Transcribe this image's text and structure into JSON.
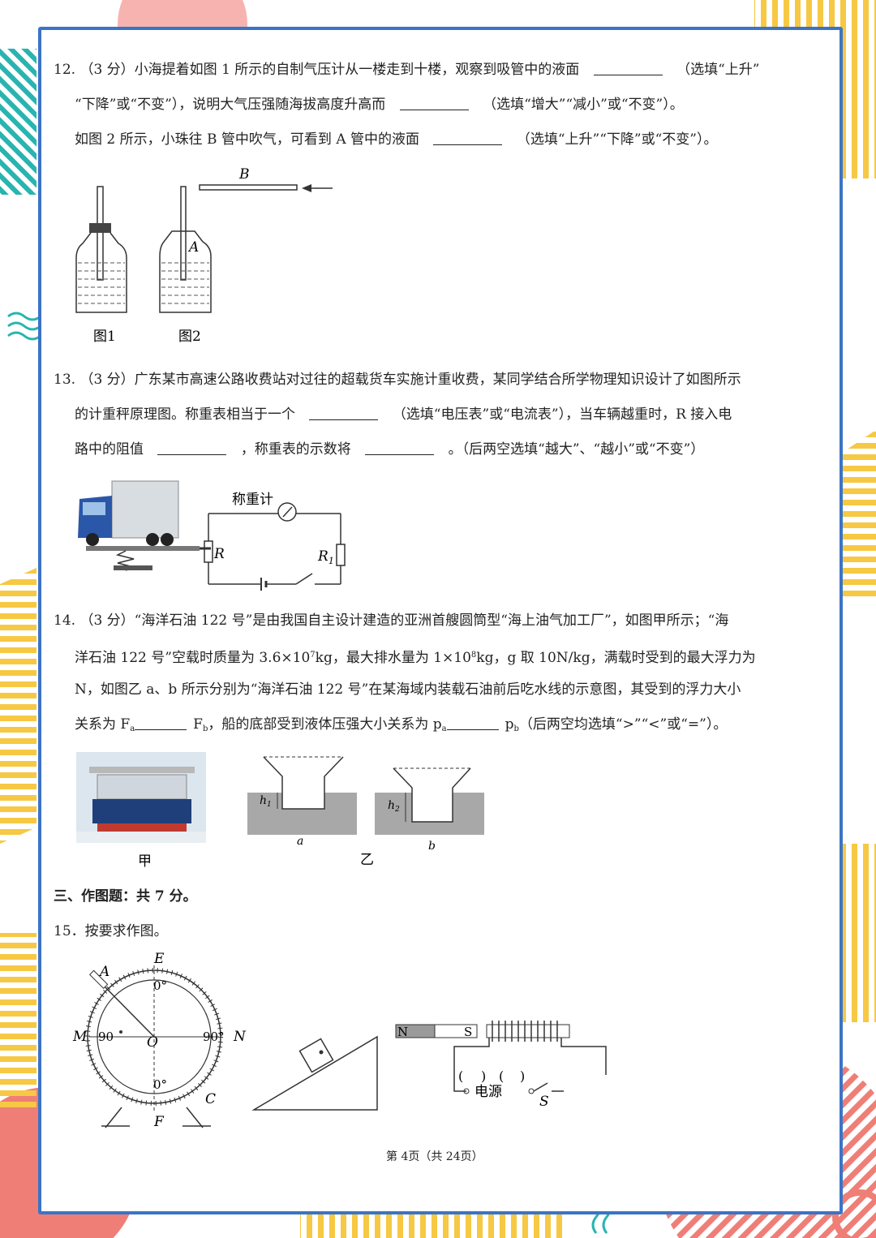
{
  "q12": {
    "line1": "12. （3 分）小海提着如图 1 所示的自制气压计从一楼走到十楼，观察到吸管中的液面",
    "line1_tail": "（选填“上升”",
    "line2": "“下降”或“不变”），说明大气压强随海拔高度升高而",
    "line2_tail": "（选填“增大”“减小”或“不变”）。",
    "line3": "如图 2 所示，小珠往 B 管中吹气，可看到 A 管中的液面",
    "line3_tail": "（选填“上升”“下降”或“不变”）。",
    "fig_label_b": "B",
    "fig_label_a": "A",
    "fig1_caption": "图1",
    "fig2_caption": "图2"
  },
  "q13": {
    "line1": "13. （3 分）广东某市高速公路收费站对过往的超载货车实施计重收费，某同学结合所学物理知识设计了如图所示",
    "line2": "的计重秤原理图。称重表相当于一个",
    "line2_tail": "（选填“电压表”或“电流表”），当车辆越重时，R 接入电",
    "line3": "路中的阻值",
    "line3_mid": "，称重表的示数将",
    "line3_tail": "。（后两空选填“越大”、“越小”或“不变”）",
    "meter_label": "称重计",
    "r_label": "R",
    "r1_label": "R",
    "r1_sub": "1"
  },
  "q14": {
    "line1": "14. （3 分）“海洋石油 122 号”是由我国自主设计建造的亚洲首艘圆筒型“海上油气加工厂”，如图甲所示；“海",
    "line2_a": "洋石油 122 号”空载时质量为 3.6×10",
    "line2_sup1": "7",
    "line2_b": "kg，最大排水量为 1×10",
    "line2_sup2": "8",
    "line2_c": "kg，g 取 10N/kg，满载时受到的最大浮力为",
    "line3": "N，如图乙 a、b 所示分别为“海洋石油 122 号”在某海域内装载石油前后吃水线的示意图，其受到的浮力大小",
    "line4_a": "关系为 F",
    "line4_sub_a": "a",
    "line4_b": "F",
    "line4_sub_b": "b",
    "line4_c": "，船的底部受到液体压强大小关系为 p",
    "line4_sub_c": "a",
    "line4_d": "p",
    "line4_sub_d": "b",
    "line4_e": "（后两空均选填“>”“<”或“=”）。",
    "caption_jia": "甲",
    "caption_yi": "乙",
    "label_a": "a",
    "label_b": "b",
    "label_h1": "h",
    "label_h1_sub": "1",
    "label_h2": "h",
    "label_h2_sub": "2"
  },
  "section3": {
    "title": "三、作图题：共 7 分。"
  },
  "q15": {
    "line1": "15．按要求作图。",
    "protractor": {
      "e": "E",
      "a": "A",
      "m": "M",
      "n": "N",
      "o": "O",
      "c": "C",
      "f": "F",
      "deg0_top": "0°",
      "deg0_bottom": "0°",
      "deg90_left": "90",
      "deg90_right": "90°"
    },
    "magnet": {
      "n": "N",
      "s": "S"
    },
    "circuit": {
      "paren1": "(",
      "paren1b": ")",
      "paren2": "(",
      "paren2b": ")",
      "power": "电源",
      "switch": "S"
    }
  },
  "footer": {
    "page": "第 4页（共 24页）"
  },
  "colors": {
    "frame": "#3b74c4",
    "coral": "#ef7e77",
    "yellow": "#f7c843",
    "teal": "#29b4b0",
    "pink": "#f6b3b0"
  }
}
